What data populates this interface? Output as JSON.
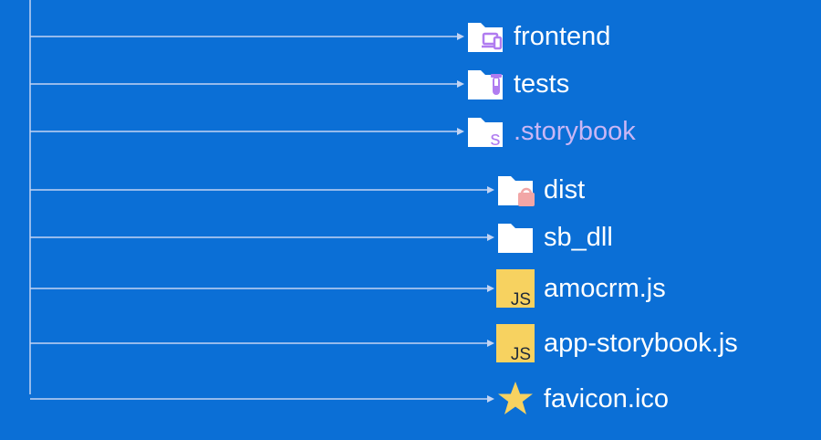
{
  "theme": {
    "background": "#0B6FD6",
    "line": "#C3D4F3",
    "folder": "#FFFFFF",
    "accent_purple": "#B07CF0",
    "accent_pink": "#F2A6A6",
    "js_yellow": "#F7D260",
    "star_yellow": "#F7D260",
    "muted_label": "#C9B6F5"
  },
  "items": [
    {
      "label": "frontend",
      "icon": "folder-devices-icon",
      "muted": false
    },
    {
      "label": "tests",
      "icon": "folder-test-tube-icon",
      "muted": false
    },
    {
      "label": ".storybook",
      "icon": "folder-storybook-icon",
      "muted": true
    },
    {
      "label": "dist",
      "icon": "folder-package-icon",
      "muted": false
    },
    {
      "label": "sb_dll",
      "icon": "folder-icon",
      "muted": false
    },
    {
      "label": "amocrm.js",
      "icon": "js-file-icon",
      "icon_text": "JS",
      "muted": false
    },
    {
      "label": "app-storybook.js",
      "icon": "js-file-icon",
      "icon_text": "JS",
      "muted": false
    },
    {
      "label": "favicon.ico",
      "icon": "star-icon",
      "muted": false
    }
  ]
}
